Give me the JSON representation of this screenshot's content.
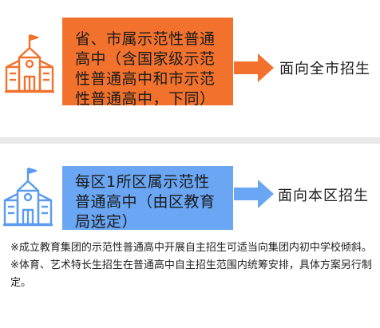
{
  "sections": {
    "city": {
      "box_text": "省、市属示范性普通高中（含国家级示范性普通高中和市示范性普通高中，下同）",
      "target_text": "面向全市招生",
      "box_color": "#f2722d",
      "arrow_color": "#f2722d",
      "icon": "school-building-icon"
    },
    "district": {
      "box_text": "每区1所区属示范性普通高中（由区教育局选定）",
      "target_text": "面向本区招生",
      "box_color": "#6aa6f3",
      "arrow_color": "#6aa6f3",
      "icon": "school-building-icon"
    }
  },
  "notes": [
    "※成立教育集团的示范性普通高中开展自主招生可适当向集团内初中学校倾斜。",
    "※体育、艺术特长生招生在普通高中自主招生范围内统筹安排，具体方案另行制定。"
  ]
}
